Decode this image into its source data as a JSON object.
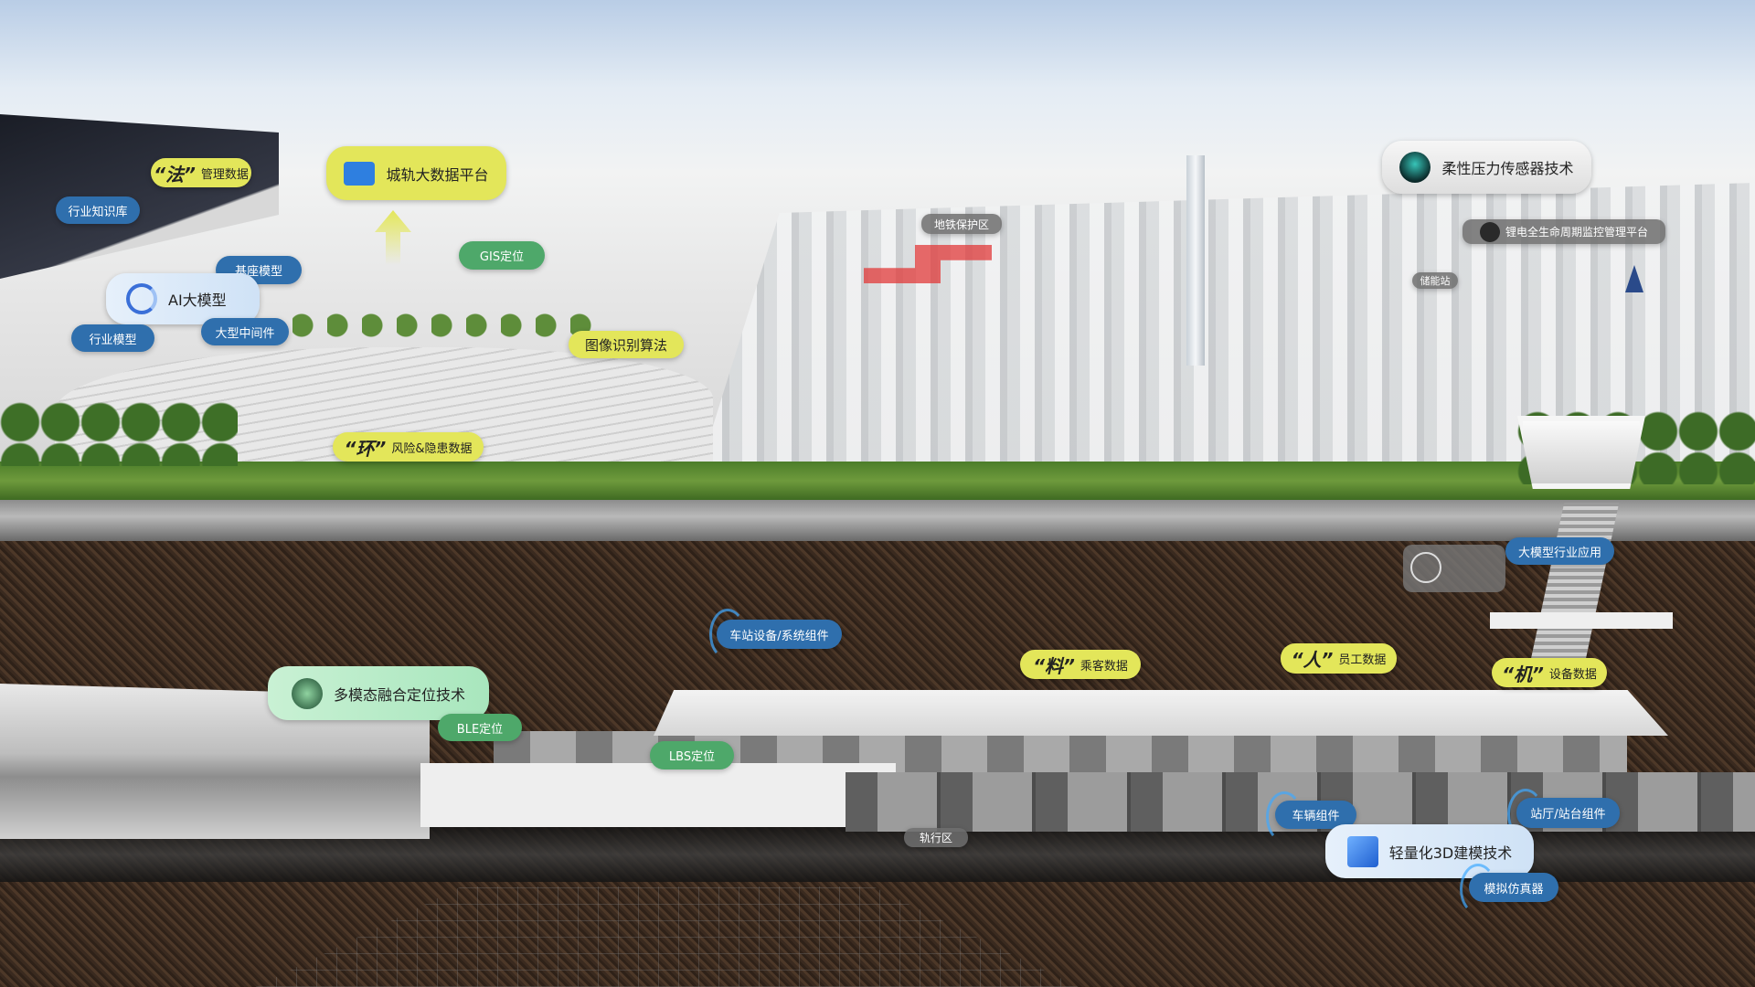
{
  "upper": {
    "fa": {
      "quote": "“法”",
      "label": "管理数据"
    },
    "knowledge_base": "行业知识库",
    "big_data_platform": "城轨大数据平台",
    "base_model": "基座模型",
    "ai_model": "AI大模型",
    "middleware": "大型中间件",
    "industry_model": "行业模型",
    "gis": "GIS定位",
    "image_recognition": "图像识别算法",
    "huan": {
      "quote": "“环”",
      "label": "风险&隐患数据"
    },
    "metro_protection_zone": "地铁保护区",
    "pressure_sensor": "柔性压力传感器技术",
    "battery_platform": "锂电全生命周期监控管理平台",
    "energy_station": "储能站"
  },
  "underground": {
    "llm_application": "大模型行业应用",
    "station_equipment": "车站设备/系统组件",
    "liao": {
      "quote": "“料”",
      "label": "乘客数据"
    },
    "ren": {
      "quote": "“人”",
      "label": "员工数据"
    },
    "ji": {
      "quote": "“机”",
      "label": "设备数据"
    },
    "multimodal_positioning": "多模态融合定位技术",
    "ble": "BLE定位",
    "lbs": "LBS定位",
    "vehicle_component": "车辆组件",
    "hall_platform_component": "站厅/站台组件",
    "track_area": "轨行区",
    "lightweight_3d": "轻量化3D建模技术",
    "simulator": "模拟仿真器"
  },
  "colors": {
    "blue": "#2f6fad",
    "green": "#4ea86a",
    "yellow": "#e3e65a",
    "red_zone": "#e23a3a"
  }
}
